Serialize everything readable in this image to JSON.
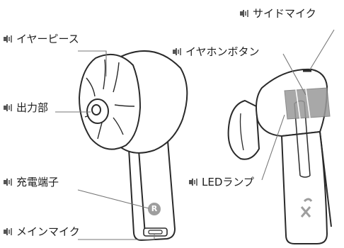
{
  "title": "",
  "labels": {
    "earpiece": "イヤーピース",
    "output": "出力部",
    "charging_port": "充電端子",
    "main_mic": "メインマイク",
    "side_mic": "サイドマイク",
    "earphone_button": "イヤホンボタン",
    "led_lamp": "LEDランプ"
  },
  "badges": {
    "right_side": "R",
    "logo": "X"
  },
  "icons": {
    "label_marker": "speaker-sound-icon"
  },
  "colors": {
    "line": "#2a2a2a",
    "leader": "#777777",
    "button_highlight": "#9a9a9a",
    "badge": "#9e9e9e"
  }
}
